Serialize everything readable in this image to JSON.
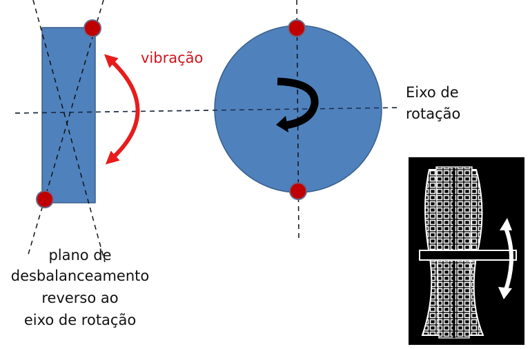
{
  "colors": {
    "shape_fill": "#4f81bd",
    "shape_stroke": "#3a5f8a",
    "mass_dot": "#c00000",
    "arrow_red": "#e81c1c",
    "vibration_text": "#d0141c"
  },
  "labels": {
    "vibration": "vibração",
    "axis_line1": "Eixo de",
    "axis_line2": "rotação",
    "plane_line1": "plano de",
    "plane_line2": "desbalanceamento",
    "plane_line3": "reverso ao",
    "plane_line4": "eixo de rotação"
  }
}
